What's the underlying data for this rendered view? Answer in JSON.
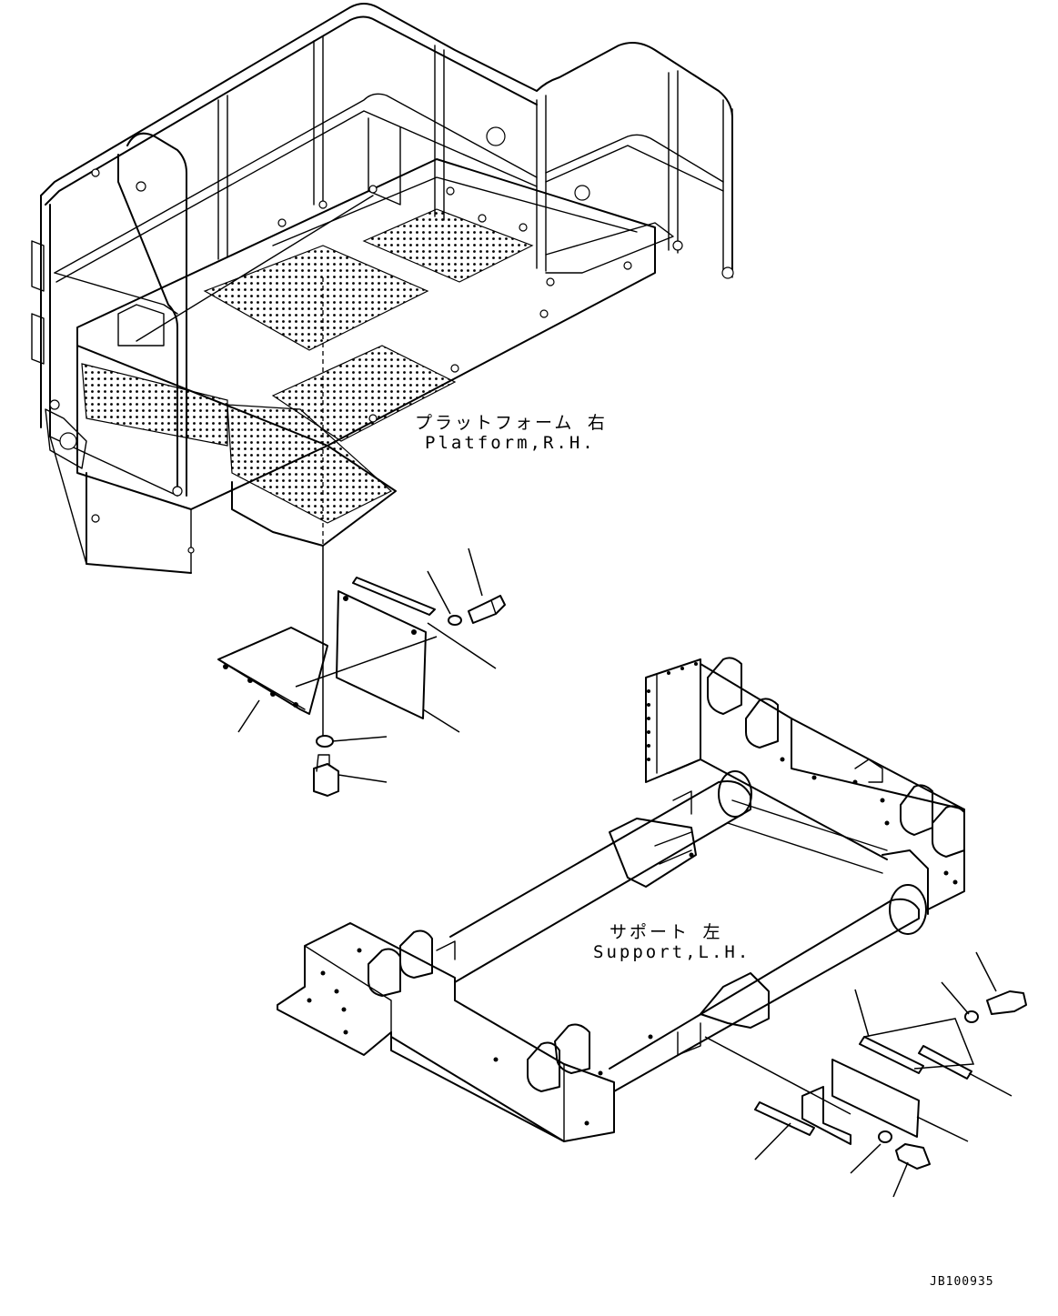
{
  "labels": {
    "platform_jp": "プラットフォーム 右",
    "platform_en": "Platform,R.H.",
    "support_jp": "サポート 左",
    "support_en": "Support,L.H."
  },
  "drawing_code": "JB100935"
}
